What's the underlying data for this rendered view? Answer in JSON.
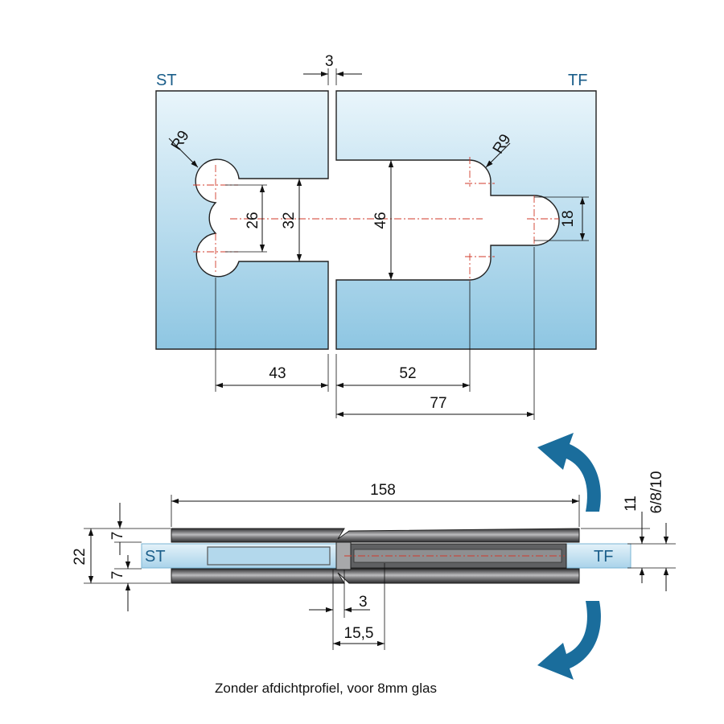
{
  "labels": {
    "top_left_tag": "ST",
    "top_right_tag": "TF",
    "side_left_tag": "ST",
    "side_right_tag": "TF"
  },
  "dimensions": {
    "gap_top": "3",
    "radius_left": "R9",
    "radius_right": "R9",
    "d26": "26",
    "d32": "32",
    "d46": "46",
    "d18": "18",
    "d43": "43",
    "d52": "52",
    "d77": "77",
    "d158": "158",
    "d22": "22",
    "d7_top": "7",
    "d7_bottom": "7",
    "d11": "11",
    "d6810": "6/8/10",
    "d3_side": "3",
    "d15_5": "15,5"
  },
  "caption": "Zonder afdichtprofiel, voor 8mm glas",
  "colors": {
    "plate_gradient_top": "#e9f5fb",
    "plate_gradient_bottom": "#8ec6e2",
    "tag_blue": "#1b5e8a",
    "arrow_blue": "#1a6d9c",
    "center_line_red": "#d23a2a",
    "hinge_dark": "#3a3a3c"
  }
}
